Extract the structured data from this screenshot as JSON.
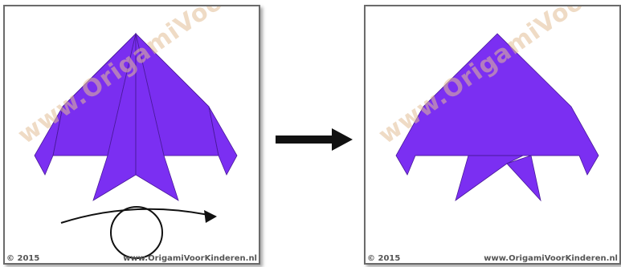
{
  "watermark": "www.OrigamiVoorKinderen.nl",
  "copyright": "© 2015",
  "site": "www.OrigamiVoorKinderen.nl",
  "colors": {
    "paper": "#7b2ff2",
    "paper_dark": "#6a22dc",
    "crease": "#4a1a9a",
    "frame": "#6b6b6b",
    "arrow": "#111111"
  },
  "icons": {
    "turn_over": "turn-over-icon",
    "next_step": "right-arrow-icon"
  }
}
